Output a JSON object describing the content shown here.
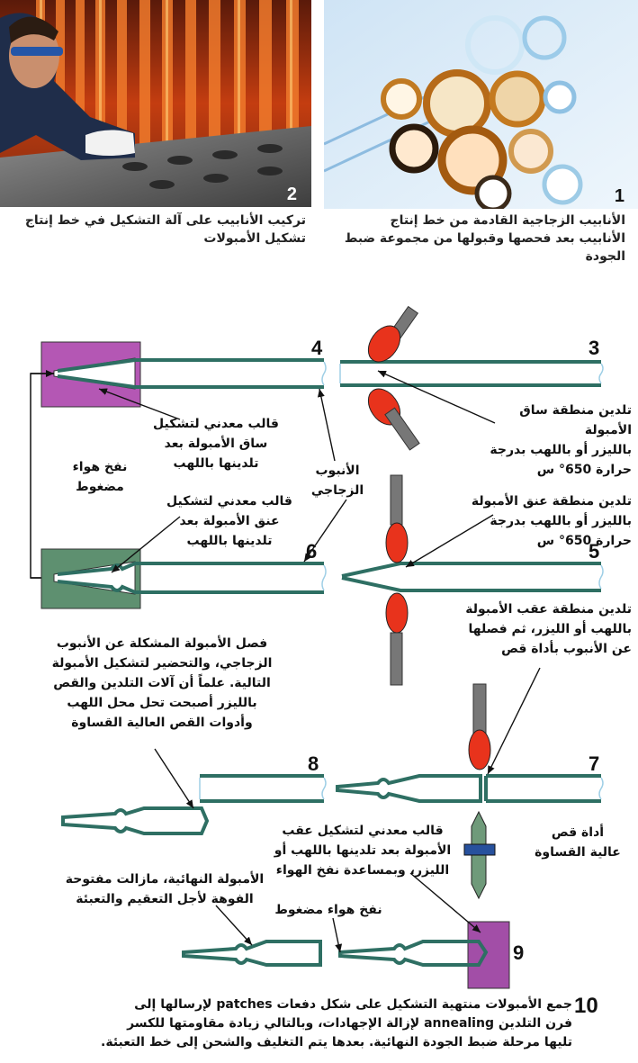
{
  "photos": {
    "left": {
      "number": "2",
      "caption": "تركيب الأنابيب على آلة التشكيل في خط إنتاج تشكيل الأمبولات"
    },
    "right": {
      "number": "1",
      "caption": "الأنابيب الزجاجية القادمة من خط إنتاج الأنابيب بعد فحصها وقبولها من مجموعة ضبط الجودة"
    }
  },
  "steps": {
    "s3": {
      "number": "3",
      "label": "تلدين منطقة ساق الأمبولة\nبالليزر أو باللهب بدرجة\nحرارة 650° س"
    },
    "s4": {
      "number": "4",
      "label": "قالب معدني لتشكيل\nساق الأمبولة بعد\nتلدينها باللهب"
    },
    "s5": {
      "number": "5",
      "label": "تلدين منطقة عنق الأمبولة\nبالليزر أو باللهب بدرجة\nحرارة 650° س"
    },
    "s6": {
      "number": "6",
      "label": "قالب معدني لتشكيل\nعنق الأمبولة بعد\nتلدينها باللهب"
    },
    "s7": {
      "number": "7",
      "label": "تلدين منطقة عقب الأمبولة\nباللهب أو الليزر، ثم فصلها\nعن الأنبوب بأداة قص"
    },
    "s8": {
      "number": "8",
      "label": "فصل الأمبولة المشكلة عن الأنبوب\nالزجاجي، والتحضير لتشكيل الأمبولة\nالتالية. علماً أن آلات التلدين والقص\nبالليزر أصبحت تحل محل اللهب\nوأدوات القص العالية القساوة"
    },
    "s9": {
      "number": "9",
      "label": "قالب معدني لتشكيل عقب\nالأمبولة بعد تلدينها باللهب أو\nالليزر، وبمساعدة نفخ الهواء"
    },
    "s10": {
      "number": "10",
      "text": "جمع الأمبولات منتهية التشكيل على شكل دفعات patches لإرسالها إلى\nفرن التلدين annealing لإزالة الإجهادات، وبالتالي زيادة مقاومتها للكسر\nتليها مرحلة ضبط الجودة النهائية. بعدها يتم التغليف والشحن إلى خط التعبئة."
    }
  },
  "labels": {
    "glass_tube": "الأنبوب\nالزجاجي",
    "compressed_air": "نفخ هواء\nمضغوط",
    "cutting_tool": "أداة قص\nعالية القساوة",
    "final_ampoule": "الأمبولة النهائية، مازالت مفتوحة\nالفوهة لأجل التعقيم والتعبئة",
    "compressed_air_blow": "نفخ هواء مضغوط"
  },
  "colors": {
    "tube": "#2e6f63",
    "mould_pink": "#b457b4",
    "mould_green": "#5e9070",
    "flame": "#e8331c",
    "torch": "#777777",
    "blade": "#6f9a7a",
    "blade_band": "#27519d",
    "mould9": "#a24ea7",
    "water_line": "#9fcfe6"
  }
}
